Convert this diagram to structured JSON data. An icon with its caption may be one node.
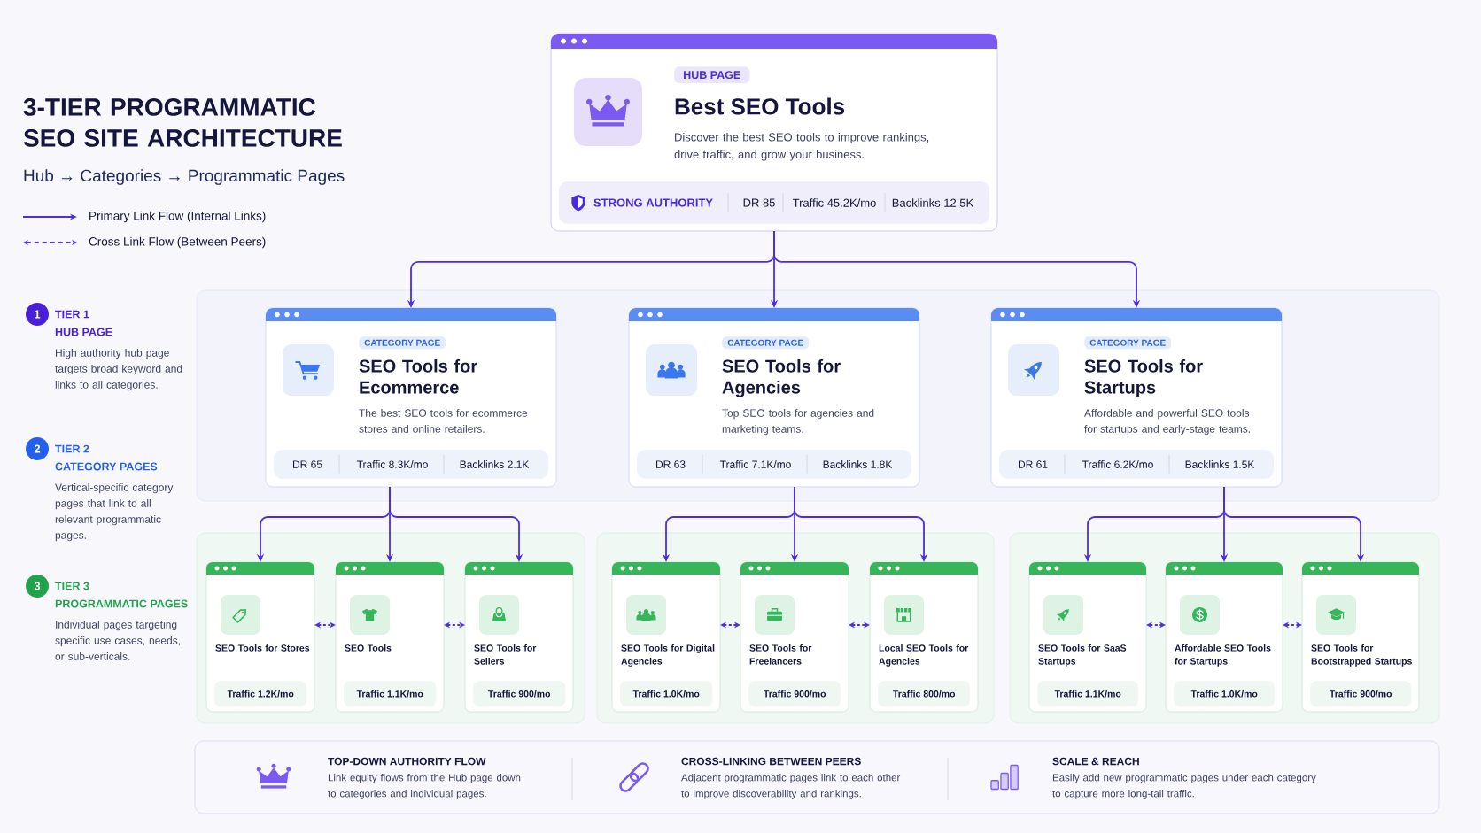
{
  "diagram": {
    "title": "3-TIER PROGRAMMATIC SEO SITE ARCHITECTURE",
    "nodes": [
      {
        "text": [
          "Best SEO Tools",
          "Discover the best SEO tools to improve rankings, drive traffic, and grow your business."
        ]
      },
      {
        "text": [
          "HUB PAGE"
        ],
        "in": 0
      },
      {
        "text": [
          "STRONG AUTHORITY",
          "DR 85",
          "Traffic 45.2K/mo",
          "Backlinks 12.5K"
        ],
        "in": 0
      },
      {
        "text": [
          "SEO Tools for Ecommerce",
          "The best SEO tools for ecommerce stores and online retailers."
        ]
      },
      {
        "text": [
          "CATEGORY PAGE"
        ],
        "in": 3
      },
      {
        "text": [
          "DR 65",
          "Traffic 8.3K/mo",
          "Backlinks 2.1K"
        ],
        "in": 3
      },
      {
        "text": [
          "SEO Tools for Agencies",
          "Top SEO tools for agencies and marketing teams."
        ]
      },
      {
        "text": [
          "CATEGORY PAGE"
        ],
        "in": 6
      },
      {
        "text": [
          "DR 63",
          "Traffic 7.1K/mo",
          "Backlinks 1.8K"
        ],
        "in": 6
      },
      {
        "text": [
          "SEO Tools for Startups",
          "Affordable and powerful SEO tools for startups and early-stage teams."
        ]
      },
      {
        "text": [
          "CATEGORY PAGE"
        ],
        "in": 9
      },
      {
        "text": [
          "DR 61",
          "Traffic 6.2K/mo",
          "Backlinks 1.5K"
        ],
        "in": 9
      },
      {
        "text": [
          "SEO Tools for Stores"
        ]
      },
      {
        "text": [
          "Traffic 1.2K/mo"
        ],
        "in": 12
      },
      {
        "text": [
          "SEO Tools"
        ]
      },
      {
        "text": [
          "Traffic 1.1K/mo"
        ],
        "in": 14
      },
      {
        "text": [
          "SEO Tools for Sellers"
        ]
      },
      {
        "text": [
          "Traffic 900/mo"
        ],
        "in": 16
      },
      {
        "text": [
          "SEO Tools for Digital Agencies"
        ]
      },
      {
        "text": [
          "Traffic 1.0K/mo"
        ],
        "in": 18
      },
      {
        "text": [
          "SEO Tools for Freelancers"
        ]
      },
      {
        "text": [
          "Traffic 900/mo"
        ],
        "in": 20
      },
      {
        "text": [
          "Local SEO Tools for Agencies"
        ]
      },
      {
        "text": [
          "Traffic 800/mo"
        ],
        "in": 22
      },
      {
        "text": [
          "SEO Tools for SaaS Startups"
        ]
      },
      {
        "text": [
          "Traffic 1.1K/mo"
        ],
        "in": 24
      },
      {
        "text": [
          "Affordable SEO Tools for Startups"
        ]
      },
      {
        "text": [
          "Traffic 1.0K/mo"
        ],
        "in": 26
      },
      {
        "text": [
          "SEO Tools for Bootstrapped Startups"
        ]
      },
      {
        "text": [
          "Traffic 900/mo"
        ],
        "in": 28
      },
      {
        "text": [
          "1"
        ],
        "beside": [
          "TIER 1",
          "HUB PAGE",
          "High authority hub page targets broad keyword and links to all categories."
        ]
      },
      {
        "text": [
          "2"
        ],
        "beside": [
          "TIER 2",
          "CATEGORY PAGES",
          "Vertical-specific category pages that link to all relevant programmatic pages."
        ]
      },
      {
        "text": [
          "3"
        ],
        "beside": [
          "TIER 3",
          "PROGRAMMATIC PAGES",
          "Individual pages targeting specific use cases, needs, or sub-verticals."
        ]
      },
      {
        "text": [
          "TOP-DOWN AUTHORITY FLOW",
          "Link equity flows from the Hub page down to categories and individual pages.",
          "CROSS-LINKING BETWEEN PEERS",
          "Adjacent programmatic pages link to each other to improve discoverability and rankings.",
          "SCALE & REACH",
          "Easily add new programmatic pages under each category to capture more long-tail traffic."
        ]
      }
    ],
    "edges": [
      {
        "from": 0,
        "to": 3,
        "arrow": "to"
      },
      {
        "from": 0,
        "to": 6,
        "arrow": "to"
      },
      {
        "from": 0,
        "to": 9,
        "arrow": "to"
      },
      {
        "from": 3,
        "to": 12,
        "arrow": "to"
      },
      {
        "from": 3,
        "to": 14,
        "arrow": "to"
      },
      {
        "from": 3,
        "to": 16,
        "arrow": "to"
      },
      {
        "from": 6,
        "to": 18,
        "arrow": "to"
      },
      {
        "from": 6,
        "to": 20,
        "arrow": "to"
      },
      {
        "from": 6,
        "to": 22,
        "arrow": "to"
      },
      {
        "from": 9,
        "to": 24,
        "arrow": "to"
      },
      {
        "from": 9,
        "to": 26,
        "arrow": "to"
      },
      {
        "from": 9,
        "to": 28,
        "arrow": "to"
      },
      {
        "from": 12,
        "to": 14,
        "arrow": "both",
        "style": "dashed"
      },
      {
        "from": 14,
        "to": 16,
        "arrow": "both",
        "style": "dashed"
      },
      {
        "from": 18,
        "to": 20,
        "arrow": "both",
        "style": "dashed"
      },
      {
        "from": 20,
        "to": 22,
        "arrow": "both",
        "style": "dashed"
      },
      {
        "from": 24,
        "to": 26,
        "arrow": "both",
        "style": "dashed"
      },
      {
        "from": 26,
        "to": 28,
        "arrow": "both",
        "style": "dashed"
      }
    ],
    "labels": [
      "Hub → Categories → Programmatic Pages"
    ],
    "legend": [
      {
        "text": "Primary Link Flow (Internal Links)"
      },
      {
        "text": "Cross Link Flow (Between Peers)"
      }
    ]
  }
}
